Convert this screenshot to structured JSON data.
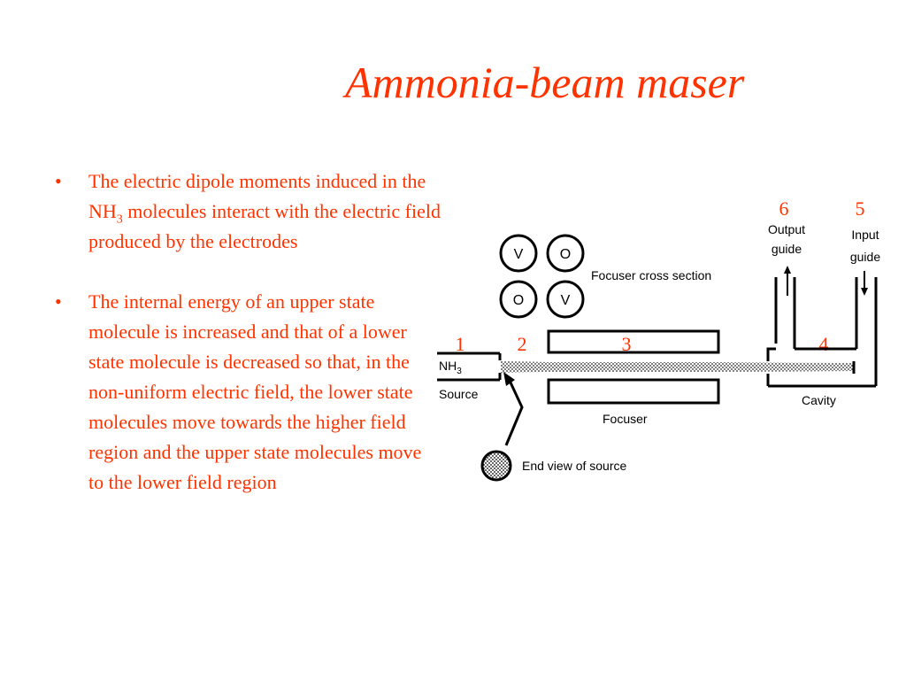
{
  "slide": {
    "title": "Ammonia-beam maser",
    "bullets": [
      {
        "before": "The electric dipole moments induced in the NH",
        "sub": "3",
        "after": " molecules interact with the electric field produced by the electrodes"
      },
      {
        "text": "The internal energy of an upper state molecule is increased and that of a lower state molecule is decreased so that, in the non-uniform electric field, the lower state molecules move towards the higher field region and the upper state molecules move to the lower field region"
      }
    ],
    "bullet_symbol": "•"
  },
  "diagram": {
    "numbers": [
      "1",
      "2",
      "3",
      "4",
      "5",
      "6"
    ],
    "electrode_letters": [
      "V",
      "O",
      "O",
      "V"
    ],
    "labels": {
      "focuser_cross_section": "Focuser cross section",
      "output_line1": "Output",
      "output_line2": "guide",
      "input_line1": "Input",
      "input_line2": "guide",
      "nh3": "NH",
      "nh3_sub": "3",
      "source": "Source",
      "focuser": "Focuser",
      "cavity": "Cavity",
      "end_view": "End view of source"
    },
    "colors": {
      "numbers": "#ff3300",
      "lines": "#000000",
      "text": "#ff3300"
    }
  }
}
